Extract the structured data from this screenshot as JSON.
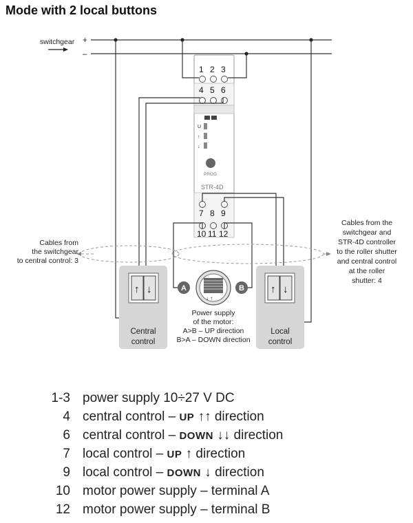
{
  "title": "Mode with 2 local buttons",
  "switchgear_label": "switchgear",
  "plus": "+",
  "minus": "–",
  "terminals_top": [
    "1",
    "2",
    "3"
  ],
  "terminals_mid": [
    "4",
    "5",
    "6"
  ],
  "terminals_bot1": [
    "7",
    "8",
    "9"
  ],
  "terminals_bot2": [
    "10",
    "11",
    "12"
  ],
  "device": {
    "model": "STR-4D",
    "prog": "PROG",
    "led_u": "U"
  },
  "left_note": [
    "Cables from",
    "the switchgear",
    "to central control: 3"
  ],
  "right_note": [
    "Cables from the",
    "switchgear and",
    "STR-4D controller",
    "to the roller shutter",
    "and central control",
    "at the roller",
    "shutter: 4"
  ],
  "central_label": [
    "Central",
    "control"
  ],
  "local_label": [
    "Local",
    "control"
  ],
  "motor_a": "A",
  "motor_b": "B",
  "motor_note": [
    "Power supply",
    "of the motor:",
    "A>B – UP direction",
    "B>A – DOWN direction"
  ],
  "legend": [
    {
      "code": "1-3",
      "pre": "power supply 10÷27 V DC",
      "bold": "",
      "post": ""
    },
    {
      "code": "4",
      "pre": "central control – ",
      "bold": "UP",
      "post": " ↑↑ direction"
    },
    {
      "code": "6",
      "pre": "central control – ",
      "bold": "DOWN",
      "post": " ↓↓ direction"
    },
    {
      "code": "7",
      "pre": "local control – ",
      "bold": "UP",
      "post": " ↑ direction"
    },
    {
      "code": "9",
      "pre": "local control – ",
      "bold": "DOWN",
      "post": " ↓ direction"
    },
    {
      "code": "10",
      "pre": "motor power supply – terminal A",
      "bold": "",
      "post": ""
    },
    {
      "code": "12",
      "pre": "motor power supply – terminal B",
      "bold": "",
      "post": ""
    }
  ]
}
